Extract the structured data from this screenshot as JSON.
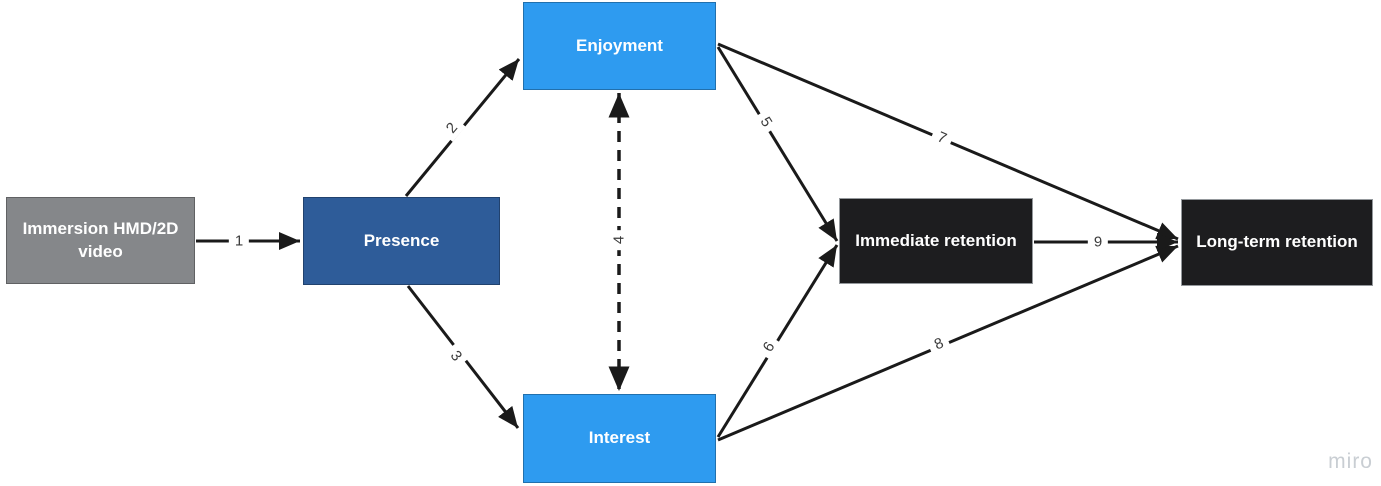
{
  "diagram": {
    "nodes": [
      {
        "id": "immersion",
        "label": "Immersion HMD/2D video",
        "color": "#85878A"
      },
      {
        "id": "presence",
        "label": "Presence",
        "color": "#2E5C99"
      },
      {
        "id": "enjoyment",
        "label": "Enjoyment",
        "color": "#2E9BF0"
      },
      {
        "id": "interest",
        "label": "Interest",
        "color": "#2E9BF0"
      },
      {
        "id": "immediate",
        "label": "Immediate retention",
        "color": "#1D1D1F"
      },
      {
        "id": "longterm",
        "label": "Long-term retention",
        "color": "#1D1D1F"
      }
    ],
    "edges": [
      {
        "label": "1",
        "from": "immersion",
        "to": "presence",
        "style": "solid",
        "direction": "forward"
      },
      {
        "label": "2",
        "from": "presence",
        "to": "enjoyment",
        "style": "solid",
        "direction": "forward"
      },
      {
        "label": "3",
        "from": "presence",
        "to": "interest",
        "style": "solid",
        "direction": "forward"
      },
      {
        "label": "4",
        "from": "enjoyment",
        "to": "interest",
        "style": "dashed",
        "direction": "both"
      },
      {
        "label": "5",
        "from": "enjoyment",
        "to": "immediate",
        "style": "solid",
        "direction": "forward"
      },
      {
        "label": "6",
        "from": "interest",
        "to": "immediate",
        "style": "solid",
        "direction": "forward"
      },
      {
        "label": "7",
        "from": "enjoyment",
        "to": "longterm",
        "style": "solid",
        "direction": "forward"
      },
      {
        "label": "8",
        "from": "interest",
        "to": "longterm",
        "style": "solid",
        "direction": "forward"
      },
      {
        "label": "9",
        "from": "immediate",
        "to": "longterm",
        "style": "solid",
        "direction": "forward"
      }
    ],
    "colors": {
      "edge": "#1A1A1A",
      "edge_label": "#3B3B3B",
      "node_gray": "#85878A",
      "node_dark_blue": "#2E5C99",
      "node_light_blue": "#2E9BF0",
      "node_black": "#1D1D1F",
      "background": "#FFFFFF",
      "watermark": "#C9CED3"
    }
  },
  "watermark": {
    "label": "miro"
  }
}
